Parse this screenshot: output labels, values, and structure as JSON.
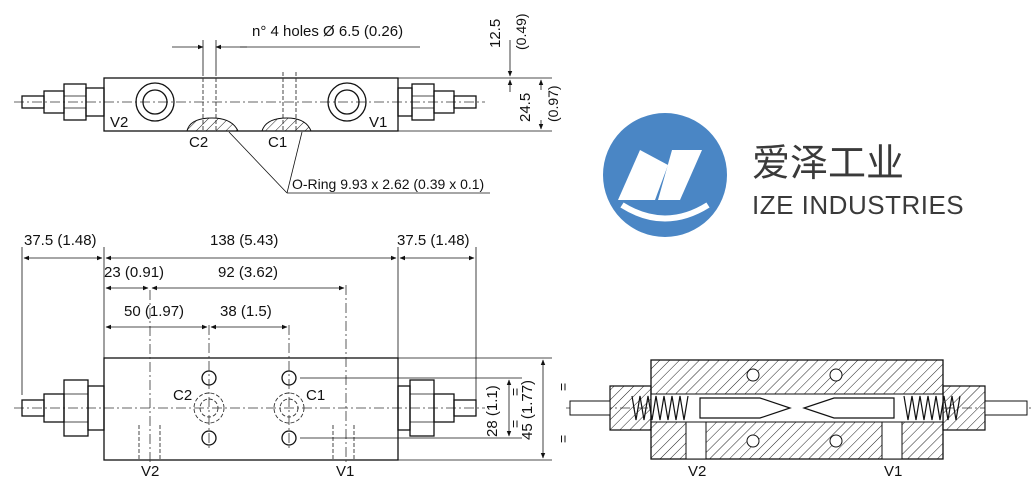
{
  "top_view": {
    "holes_note": "n° 4 holes Ø 6.5 (0.26)",
    "dim_12_5": "12.5",
    "dim_12_5_in": "(0.49)",
    "dim_24_5": "24.5",
    "dim_24_5_in": "(0.97)",
    "port_v2": "V2",
    "port_v1": "V1",
    "port_c2": "C2",
    "port_c1": "C1",
    "oring_note": "O-Ring 9.93 x 2.62 (0.39 x 0.1)"
  },
  "logo": {
    "chinese": "爱泽工业",
    "english": "IZE INDUSTRIES",
    "color": "#4a86c5"
  },
  "front_view": {
    "dim_left": "37.5 (1.48)",
    "dim_total": "138 (5.43)",
    "dim_right": "37.5 (1.48)",
    "dim_23": "23 (0.91)",
    "dim_92": "92 (3.62)",
    "dim_50": "50 (1.97)",
    "dim_38": "38 (1.5)",
    "dim_28": "28 (1.1)",
    "dim_45": "45 (1.77)",
    "eq": "=",
    "port_c2": "C2",
    "port_c1": "C1",
    "port_v2": "V2",
    "port_v1": "V1"
  },
  "section_view": {
    "port_v2": "V2",
    "port_v1": "V1"
  }
}
